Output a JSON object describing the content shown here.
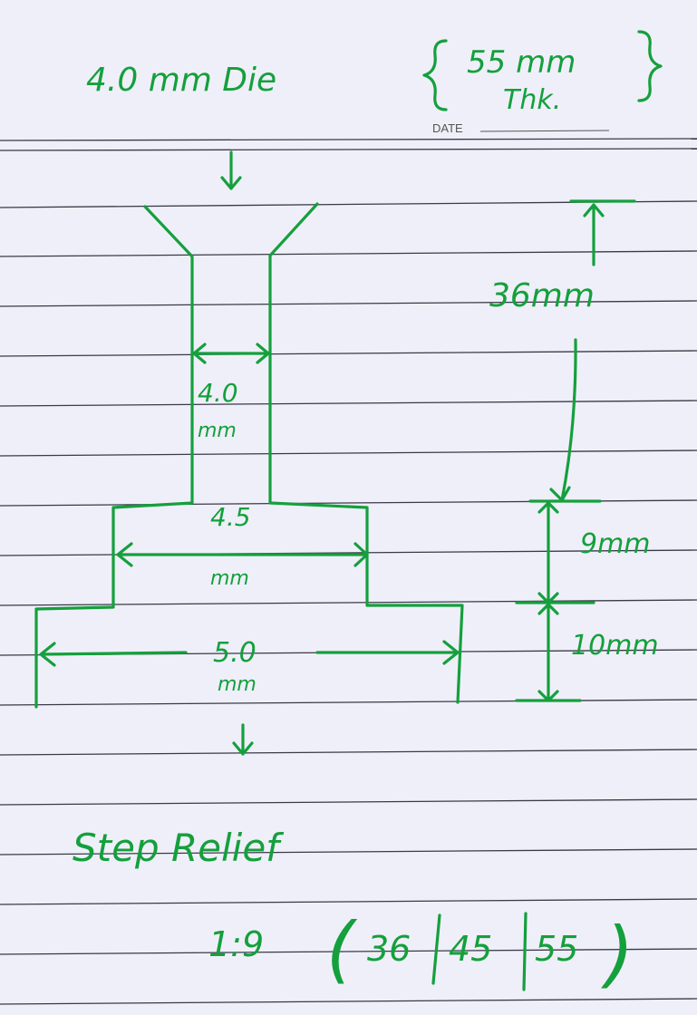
{
  "header": {
    "title": "4.0 mm Die",
    "thickness_value": "55 mm",
    "thickness_label": "Thk.",
    "date_label": "DATE"
  },
  "dimensions": {
    "bore_width": "4.0",
    "bore_unit": "mm",
    "step1_width": "4.5",
    "step1_unit": "mm",
    "step2_width": "5.0",
    "step2_unit": "mm",
    "bore_length": "36mm",
    "step1_length": "9mm",
    "step2_length": "10mm"
  },
  "notes": {
    "title": "Step Relief",
    "ratio": "1:9",
    "sequence_open": "(",
    "seq1": "36",
    "seq2": "45",
    "seq3": "55",
    "sequence_close": ")"
  },
  "colors": {
    "ink": "#14a03c",
    "paper": "#efeff9",
    "rule": "#3a3a48"
  }
}
